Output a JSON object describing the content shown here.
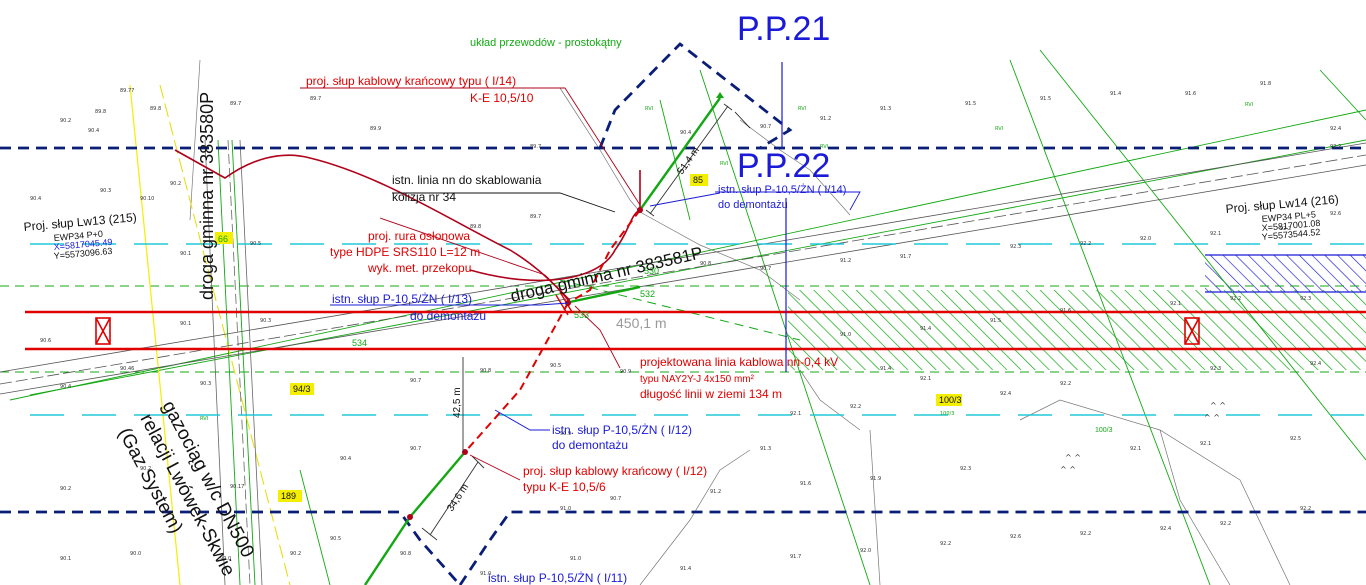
{
  "title_top": "układ przewodów - prostokątny",
  "markers": {
    "pp21": "P.P.21",
    "pp22": "P.P.22"
  },
  "roads": {
    "road_vertical": "droga gminna nr 383580P",
    "road_diagonal": "droga gminna nr 383581P"
  },
  "pipeline": {
    "line1": "gazociąg w/c DN500",
    "line2": "relacji Lwówek-Skwie",
    "line3": "(Gaz System)"
  },
  "poles": {
    "lw13": {
      "name": "Proj. słup Lw13 (215)",
      "type": "EWP34 P+0",
      "x": "X=5817045.49",
      "y": "Y=5573096.63"
    },
    "lw14": {
      "name": "Proj. słup Lw14 (216)",
      "type": "EWP34 PL+5",
      "x": "X=5817001.08",
      "y": "Y=5573544.52"
    }
  },
  "annotations": {
    "cable_pole_i14_l1": "proj. słup kablowy krańcowy typu  ( I/14)",
    "cable_pole_i14_l2": "K-E 10,5/10",
    "nn_line_l1": "istn. linia nn do skablowania",
    "nn_line_l2": "kolizja nr 34",
    "pipe_l1": "proj. rura osłonowa",
    "pipe_l2": "type HDPE SRS110 L=12 m",
    "pipe_l3": "wyk. met. przekopu",
    "pole_i14_l1": "istn. słup P-10,5/ŻN  ( I/14)",
    "pole_i14_l2": "do demontażu",
    "pole_i13_l1": "istn. słup P-10,5/ŻN  ( I/13)",
    "pole_i13_l2": "do demontażu",
    "cable_line_l1": "projektowana linia kablowa nn-0,4 kV",
    "cable_line_l2": "typu NAY2Y-J 4x150 mm²",
    "cable_line_l3": "długość linii w ziemi 134 m",
    "pole_i12_l1": "istn. słup P-10,5/ŻN  ( I/12)",
    "pole_i12_l2": "do demontażu",
    "cable_pole_i12_l1": "proj. słup kablowy krańcowy  ( I/12)",
    "cable_pole_i12_l2": "typu K-E 10,5/6",
    "pole_i11": "istn. słup P-10,5/ŻN  ( I/11)",
    "dist_main": "450,1  m"
  },
  "dimensions": {
    "d514": "51,4 m",
    "d425": "42,5 m",
    "d346": "34,6 m"
  },
  "parcels": {
    "p85": "85",
    "p66": "66",
    "p943": "94/3",
    "p1003": "100/3",
    "p1003b": "100/3",
    "p189": "189",
    "p530": "530",
    "p532": "532",
    "p533": "533",
    "p534": "534"
  },
  "colors": {
    "red": "#e00000",
    "darkred": "#b0001a",
    "blue": "#1a1ad8",
    "navy": "#0a1e78",
    "green": "#13a813",
    "cyan": "#20c8d8",
    "yellow": "#f4ee00"
  }
}
